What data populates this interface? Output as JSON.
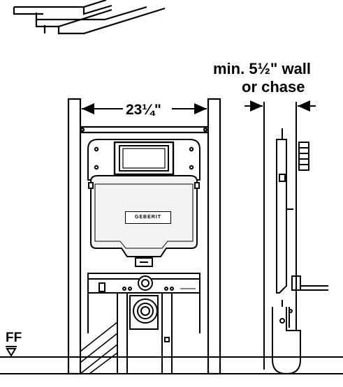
{
  "labels": {
    "min_wall_line1": "min. 5½\" wall",
    "min_wall_line2": "or chase",
    "carrier_width": "23¼\"",
    "finished_floor": "FF"
  },
  "brand": {
    "name": "GEBERIT"
  },
  "colors": {
    "line": "#000000",
    "background": "#ffffff",
    "tank_fill": "#f2f2f2"
  }
}
